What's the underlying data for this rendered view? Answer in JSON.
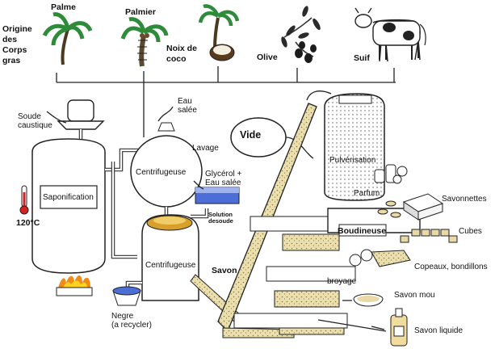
{
  "sources": {
    "title_lines": [
      "Origine",
      "des",
      "Corps",
      "gras"
    ],
    "palme": "Palme",
    "palmier": "Palmier",
    "noix_de_coco_lines": [
      "Noix de",
      "coco"
    ],
    "olive": "Olive",
    "suif": "Suif"
  },
  "process": {
    "soude_caustique_lines": [
      "Soude",
      "caustique"
    ],
    "eau_salee_top_lines": [
      "Eau",
      "salée"
    ],
    "lavage": "Lavage",
    "vide": "Vide",
    "pulverisation": "Pulvérisation",
    "saponification": "Saponification",
    "temperature": "120°C",
    "centrifugeuse_1": "Centrifugeuse",
    "glycerol_lines": [
      "Glycérol +",
      "Eau salée"
    ],
    "solution_soude_lines": [
      "Solution",
      "desoude"
    ],
    "centrifugeuse_2": "Centrifugeuse",
    "savon": "Savon",
    "negre_lines": [
      "Negre",
      "(a recycler)"
    ]
  },
  "products": {
    "parfum": "Parfum",
    "savonnettes": "Savonnettes",
    "boudineuse": "Boudineuse",
    "cubes": "Cubes",
    "copeaux": "Copeaux, bondillons",
    "broyage": "broyage",
    "savon_mou": "Savon mou",
    "savon_liquide": "Savon liquide"
  },
  "colors": {
    "palm_green": "#2e8b3a",
    "olive_dark": "#1c1c1c",
    "soap_fill": "#e8d9a6",
    "flame_orange": "#f28a16",
    "flame_yellow": "#ffd21f",
    "blue_liquid": "#4d6ed6",
    "thermo_red": "#d42222"
  }
}
